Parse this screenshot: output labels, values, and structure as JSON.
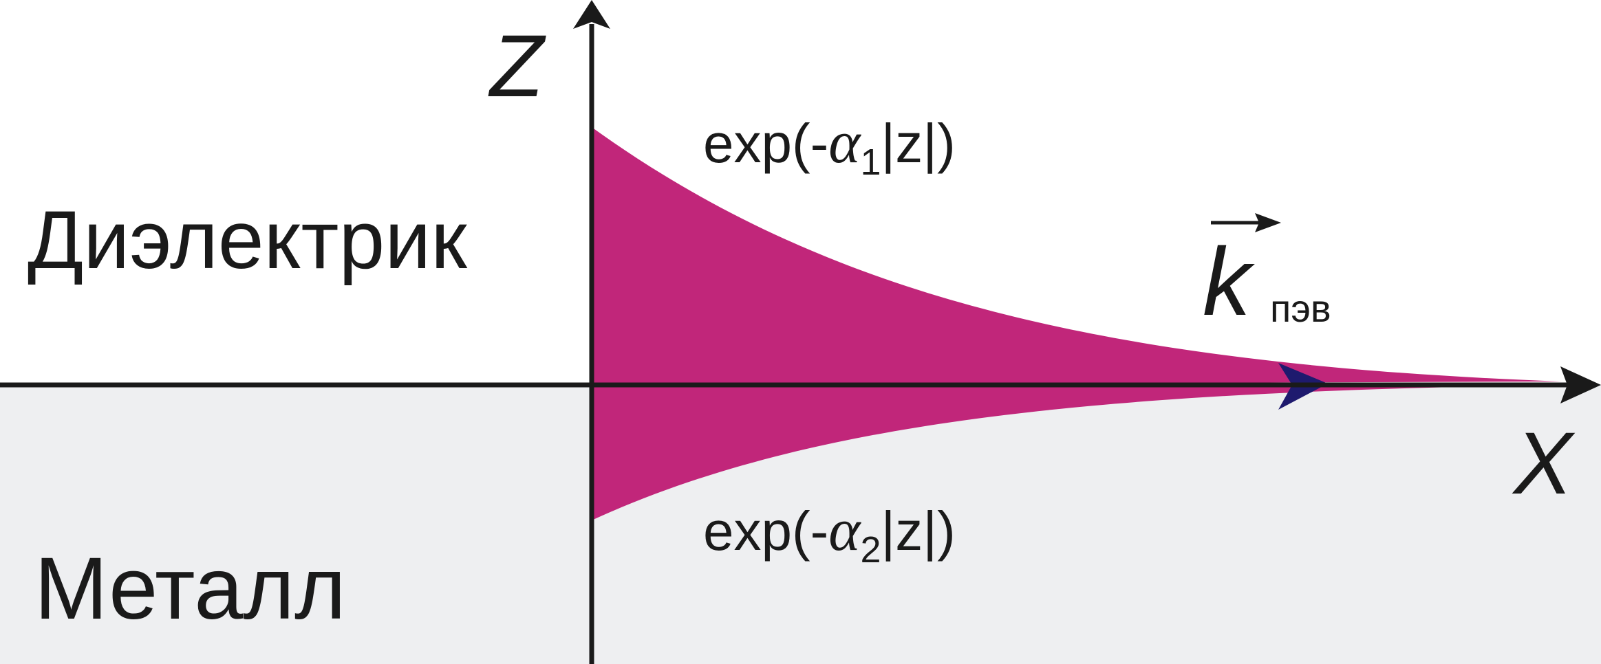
{
  "regions": {
    "dielectric_label": "Диэлектрик",
    "metal_label": "Металл"
  },
  "axes": {
    "z_label": "Z",
    "x_label": "X"
  },
  "formulas": {
    "upper": {
      "prefix": "exp(-",
      "greek": "α",
      "subscript": "1",
      "suffix": "|z|)"
    },
    "lower": {
      "prefix": "exp(-",
      "greek": "α",
      "subscript": "2",
      "suffix": "|z|)"
    }
  },
  "wavevector": {
    "symbol": "k",
    "subscript": "пэв"
  },
  "colors": {
    "field_fill": "#C1267A",
    "metal_background": "#EEEFF1",
    "axis": "#1a1a1a",
    "wavevector_arrow": "#1E1A6E"
  }
}
